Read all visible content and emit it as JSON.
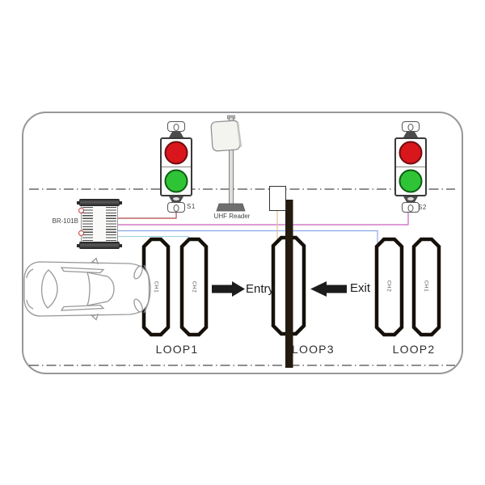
{
  "labels": {
    "controller": "BR-101B",
    "signal_left": "S1",
    "signal_right": "S2",
    "reader": "UHF Reader",
    "entry": "Entry",
    "exit": "Exit",
    "loop1": "LOOP1",
    "loop2": "LOOP2",
    "loop3": "LOOP3",
    "loop1_ch1": "CH1",
    "loop1_ch2": "CH2",
    "loop2_ch2": "CH2",
    "loop2_ch1": "CH1"
  },
  "colors": {
    "red_light": "#d9161b",
    "green_light": "#2fc435",
    "wire_to_s1": "#b04545",
    "wire_to_s2": "#ca62be",
    "wire_to_loop2": "#8aa6ec",
    "wire_to_loop1": "#a5d6e6",
    "wire_to_loop3": "#e2c28c"
  }
}
